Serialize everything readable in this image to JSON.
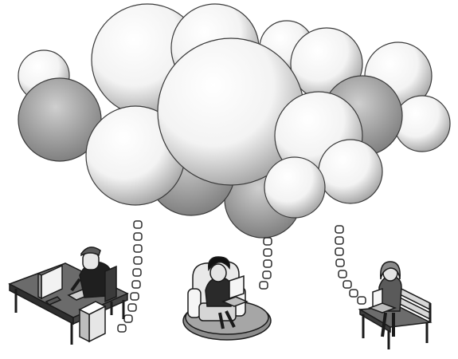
{
  "illustration": {
    "subject": "cloud-computing",
    "palette": {
      "background": "#ffffff",
      "ink": "#1a1a1a",
      "shade": "#8a8a8a",
      "cloud": "#f4f4f4"
    },
    "users": [
      {
        "id": "desk-user",
        "icon": "desktop-computer-icon"
      },
      {
        "id": "armchair-user",
        "icon": "laptop-icon"
      },
      {
        "id": "bench-user",
        "icon": "laptop-icon"
      }
    ]
  }
}
